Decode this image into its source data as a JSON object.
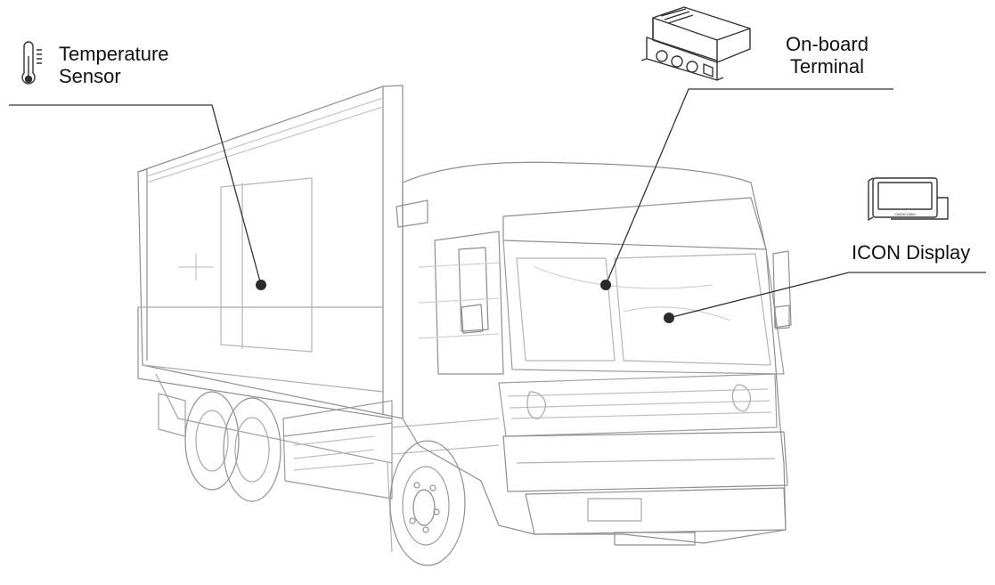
{
  "callouts": {
    "temperature_sensor": {
      "line1": "Temperature",
      "line2": "Sensor",
      "icon": "thermometer-icon"
    },
    "onboard_terminal": {
      "line1": "On-board",
      "line2": "Terminal",
      "icon": "terminal-device-icon"
    },
    "icon_display": {
      "text": "ICON Display",
      "icon": "display-device-icon",
      "device_brand": "OMNICOMM"
    }
  },
  "colors": {
    "line": "#333333",
    "truck_outline": "#8a8a8a",
    "truck_faint": "#c4c4c4",
    "text": "#111111"
  }
}
